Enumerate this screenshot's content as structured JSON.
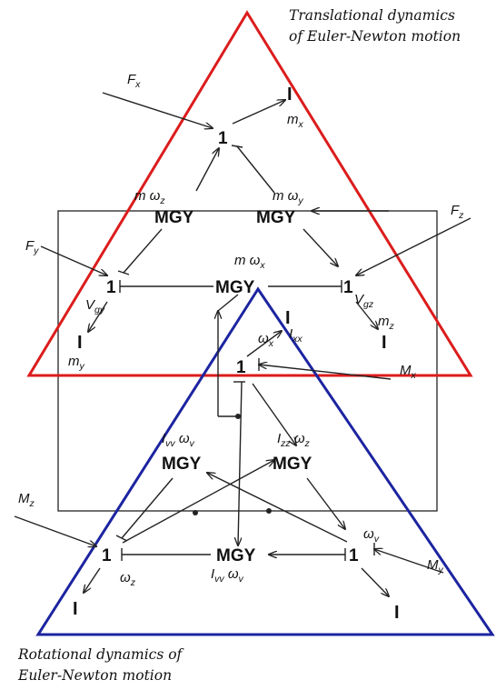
{
  "captions": {
    "top_line1": "Translational dynamics",
    "top_line2": "of Euler-Newton motion",
    "bottom_line1": "Rotational dynamics of",
    "bottom_line2": "Euler-Newton motion"
  },
  "colors": {
    "translational_triangle": "#dc1c1c",
    "rotational_triangle": "#1c24a0",
    "frame": "#222222"
  },
  "nodes": {
    "mgy": "MGY",
    "one": "1",
    "inertia": "I"
  },
  "labels": {
    "Fx": [
      "F",
      "x"
    ],
    "Fy": [
      "F",
      "y"
    ],
    "Fz": [
      "F",
      "z"
    ],
    "Mx": [
      "M",
      "x"
    ],
    "My": [
      "M",
      "y"
    ],
    "Mz": [
      "M",
      "z"
    ],
    "mx": [
      "m",
      "x"
    ],
    "my": [
      "m",
      "y"
    ],
    "mz": [
      "m",
      "z"
    ],
    "m_wz": [
      "m ω",
      "z"
    ],
    "m_wy": [
      "m ω",
      "y"
    ],
    "m_wx": [
      "m ω",
      "x"
    ],
    "Vgy": [
      "V",
      "gy"
    ],
    "Vgz": [
      "V",
      "gz"
    ],
    "wx": [
      "ω",
      "x"
    ],
    "Ixx": [
      "I",
      "xx"
    ],
    "wv": [
      "ω",
      "v"
    ],
    "wz": [
      "ω",
      "z"
    ],
    "Ivv_wv_upper": [
      "I",
      "vv",
      " ω",
      "v"
    ],
    "Izz_wz": [
      "I",
      "zz",
      " ω",
      "z"
    ],
    "Ivv_wv_lower": [
      "I",
      "vv",
      " ω",
      "v"
    ]
  }
}
